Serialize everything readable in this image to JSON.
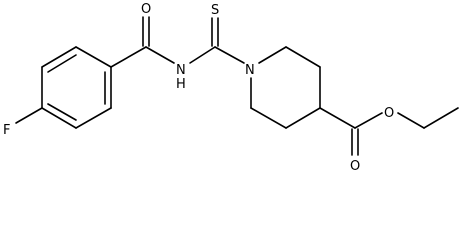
{
  "molecule": {
    "atoms": {
      "O_amide": "O",
      "S": "S",
      "N_thioamide": "N",
      "H": "H",
      "N_ring": "N",
      "F": "F",
      "O_carbonyl": "O",
      "O_ester": "O"
    }
  }
}
